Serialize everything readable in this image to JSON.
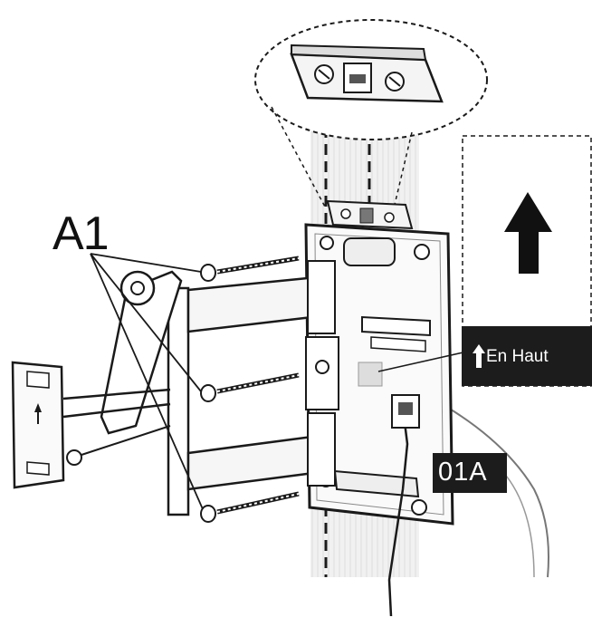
{
  "labels": {
    "part": "A1",
    "direction": "En Haut",
    "model": "01A"
  },
  "icons": {
    "up_arrow": "up-arrow-icon",
    "level": "spirit-level-icon"
  },
  "colors": {
    "line": "#1a1a1a",
    "tag_bg": "#1c1c1c",
    "tag_text": "#ffffff",
    "wall_shade": "#e6e6e6"
  }
}
